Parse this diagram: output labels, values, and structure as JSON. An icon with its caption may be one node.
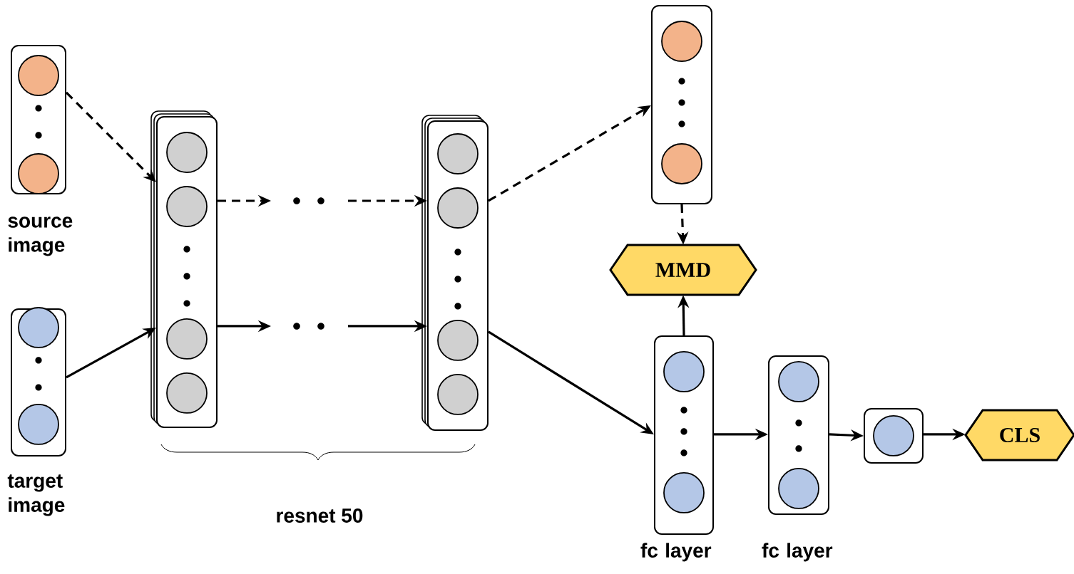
{
  "diagram": {
    "nodes": [
      {
        "text": [],
        "shape": "box",
        "beside": [
          "source image"
        ]
      },
      {
        "text": [],
        "shape": "box",
        "beside": [
          "target image"
        ]
      },
      {
        "text": [],
        "shape": "box"
      },
      {
        "text": [],
        "shape": "box"
      },
      {
        "text": [],
        "shape": "box"
      },
      {
        "text": [
          "MMD"
        ]
      },
      {
        "text": [],
        "shape": "box",
        "beside": [
          "fc layer"
        ]
      },
      {
        "text": [],
        "shape": "box",
        "beside": [
          "fc layer"
        ]
      },
      {
        "text": [],
        "shape": "box"
      },
      {
        "text": [
          "CLS"
        ]
      }
    ],
    "edges": [
      {
        "from": 0,
        "to": 2,
        "arrow": "to",
        "style": "dashed"
      },
      {
        "from": 1,
        "to": 2,
        "arrow": "to"
      },
      {
        "from": 2,
        "to": null,
        "arrow": "to",
        "style": "dashed"
      },
      {
        "from": null,
        "to": 3,
        "arrow": "to",
        "style": "dashed"
      },
      {
        "from": 2,
        "to": null,
        "arrow": "to"
      },
      {
        "from": null,
        "to": 3,
        "arrow": "to"
      },
      {
        "from": 3,
        "to": 4,
        "arrow": "to",
        "style": "dashed"
      },
      {
        "from": 3,
        "to": 6,
        "arrow": "to"
      },
      {
        "from": 4,
        "to": 5,
        "arrow": "to",
        "style": "dashed"
      },
      {
        "from": 6,
        "to": 5,
        "arrow": "to"
      },
      {
        "from": 6,
        "to": 7,
        "arrow": "to"
      },
      {
        "from": 7,
        "to": 8,
        "arrow": "to"
      },
      {
        "from": 8,
        "to": 9,
        "arrow": "to"
      }
    ],
    "labels": [
      "resnet 50"
    ]
  }
}
